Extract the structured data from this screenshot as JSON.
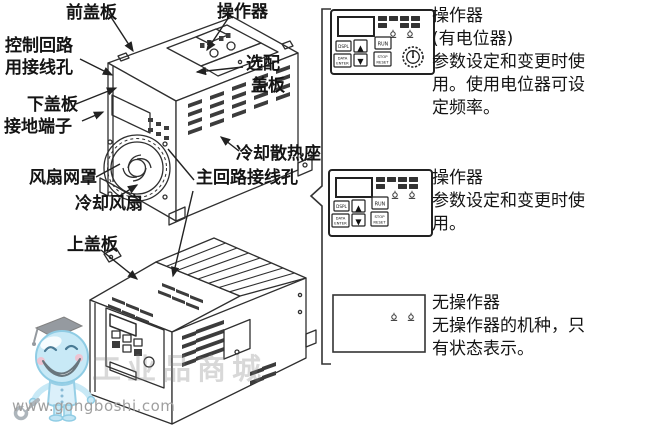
{
  "labels": {
    "front_cover": "前盖板",
    "operator": "操作器",
    "control_circuit_line1": "控制回路",
    "control_circuit_line2": "用接线孔",
    "optional_cover_line1": "选配",
    "optional_cover_line2": "盖板",
    "lower_cover": "下盖板",
    "ground_terminal": "接地端子",
    "fan_grille": "风扇网罩",
    "cooling_fan": "冷却风扇",
    "heatsink": "冷却散热座",
    "main_circuit_hole": "主回路接线孔",
    "top_cover": "上盖板"
  },
  "panels": [
    {
      "title": "操作器",
      "subtitle": "(有电位器)",
      "desc1": "参数设定和变更时使",
      "desc2": "用。使用电位器可设",
      "desc3": "定频率。"
    },
    {
      "title": "操作器",
      "desc1": "参数设定和变更时使",
      "desc2": "用。"
    },
    {
      "title": "无操作器",
      "desc1": "无操作器的机种，只",
      "desc2": "有状态表示。"
    }
  ],
  "keypad": {
    "dspl": "DSPL",
    "data": "DATA",
    "enter": "ENTER",
    "run": "RUN",
    "stop": "STOP",
    "reset": "RESET",
    "up": "▲",
    "down": "▼"
  },
  "watermark": {
    "url": "www.gongboshi.com",
    "brand": "工业品商城"
  },
  "colors": {
    "line": "#2f2f2f",
    "mascot_blue": "#c4e8f6",
    "watermark_gray": "#9f9f9f"
  }
}
